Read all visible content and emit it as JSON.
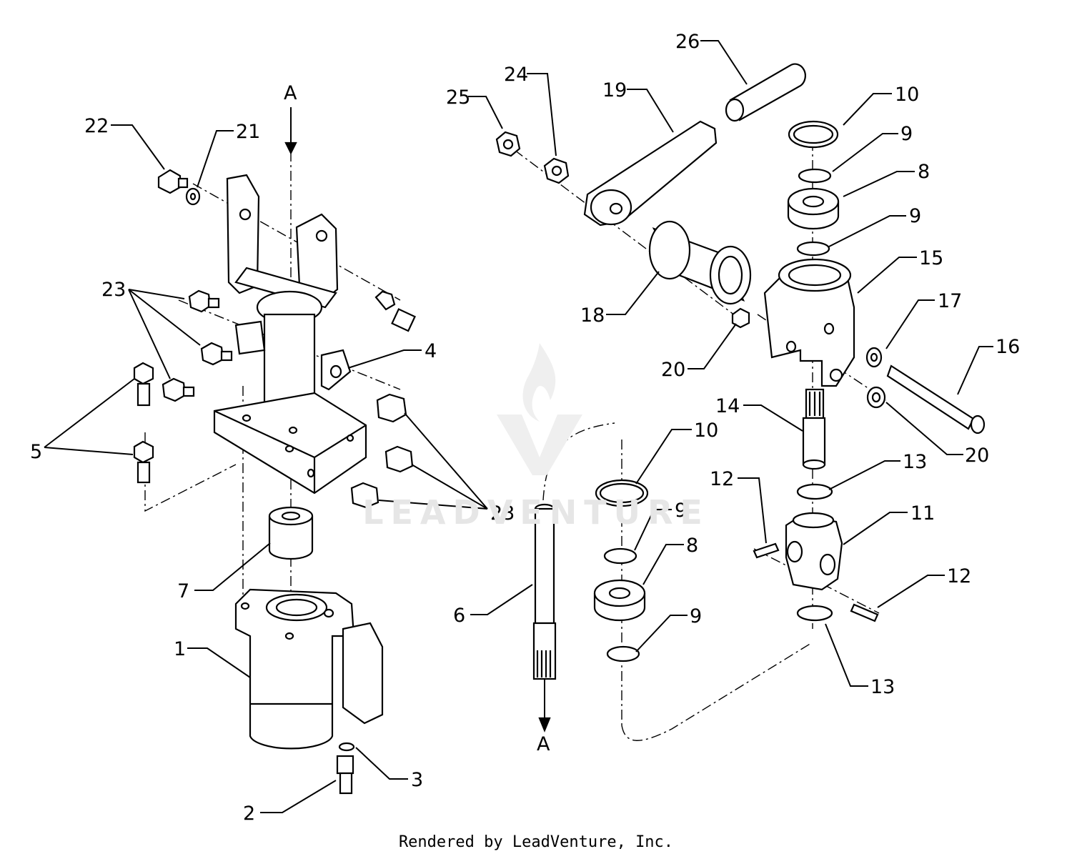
{
  "diagram": {
    "callouts": [
      {
        "id": "c26",
        "text": "26"
      },
      {
        "id": "c25",
        "text": "25"
      },
      {
        "id": "c24",
        "text": "24"
      },
      {
        "id": "c19",
        "text": "19"
      },
      {
        "id": "c10a",
        "text": "10"
      },
      {
        "id": "c9a",
        "text": "9"
      },
      {
        "id": "c8a",
        "text": "8"
      },
      {
        "id": "c9b",
        "text": "9"
      },
      {
        "id": "c15",
        "text": "15"
      },
      {
        "id": "c17",
        "text": "17"
      },
      {
        "id": "c18",
        "text": "18"
      },
      {
        "id": "c16",
        "text": "16"
      },
      {
        "id": "c20a",
        "text": "20"
      },
      {
        "id": "c20b",
        "text": "20"
      },
      {
        "id": "c14",
        "text": "14"
      },
      {
        "id": "c13a",
        "text": "13"
      },
      {
        "id": "c12a",
        "text": "12"
      },
      {
        "id": "c11",
        "text": "11"
      },
      {
        "id": "c12b",
        "text": "12"
      },
      {
        "id": "c13b",
        "text": "13"
      },
      {
        "id": "c22",
        "text": "22"
      },
      {
        "id": "c21",
        "text": "21"
      },
      {
        "id": "cA1",
        "text": "A"
      },
      {
        "id": "c23a",
        "text": "23"
      },
      {
        "id": "c4",
        "text": "4"
      },
      {
        "id": "c5",
        "text": "5"
      },
      {
        "id": "c23b",
        "text": "23"
      },
      {
        "id": "c10b",
        "text": "10"
      },
      {
        "id": "c9c",
        "text": "9"
      },
      {
        "id": "c8b",
        "text": "8"
      },
      {
        "id": "c9d",
        "text": "9"
      },
      {
        "id": "c7",
        "text": "7"
      },
      {
        "id": "c6",
        "text": "6"
      },
      {
        "id": "c1",
        "text": "1"
      },
      {
        "id": "c3",
        "text": "3"
      },
      {
        "id": "c2",
        "text": "2"
      },
      {
        "id": "cA2",
        "text": "A"
      }
    ]
  },
  "footer": {
    "text": "Rendered by LeadVenture, Inc."
  },
  "watermark": {
    "text": "LEADVENTURE"
  }
}
